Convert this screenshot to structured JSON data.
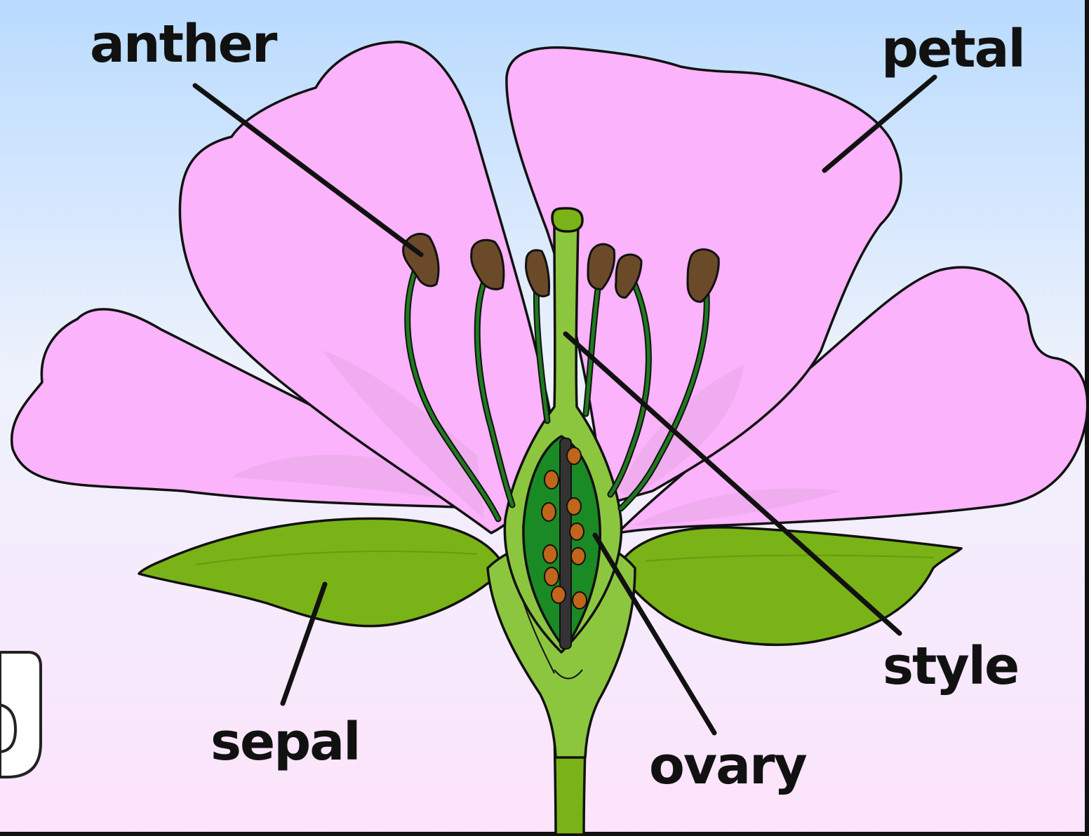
{
  "diagram": {
    "labels": {
      "anther": "anther",
      "petal": "petal",
      "style": "style",
      "sepal": "sepal",
      "ovary": "ovary"
    },
    "colors": {
      "background_top": "#b9dbff",
      "background_bottom": "#fde3fb",
      "petal": "#fbb3fb",
      "petal_shadow": "#d9a0d9",
      "sepal": "#7ab317",
      "receptacle": "#8cc63f",
      "stamen_filament": "#1f7a1f",
      "anther": "#6b4a2a",
      "ovary_interior": "#1a8a24",
      "ovule": "#c0651a",
      "outline": "#111111"
    }
  }
}
